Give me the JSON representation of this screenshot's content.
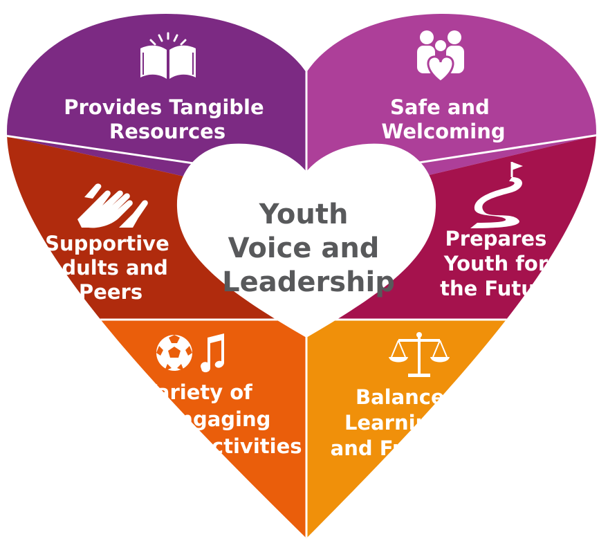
{
  "diagram": {
    "center": {
      "lines": [
        "Youth",
        "Voice and",
        "Leadership"
      ],
      "text_color": "#58595b",
      "fill": "#ffffff"
    },
    "segments": [
      {
        "id": "resources",
        "lines": [
          "Provides Tangible",
          "Resources"
        ],
        "color": "#7c2a83",
        "icon": "open-book-icon"
      },
      {
        "id": "safe",
        "lines": [
          "Safe and",
          "Welcoming"
        ],
        "color": "#ad3f99",
        "icon": "family-heart-icon"
      },
      {
        "id": "supportive",
        "lines": [
          "Supportive",
          "Adults and",
          "Peers"
        ],
        "color": "#b02b0d",
        "icon": "clasped-hands-icon"
      },
      {
        "id": "future",
        "lines": [
          "Prepares",
          "Youth for",
          "the Future"
        ],
        "color": "#a5124d",
        "icon": "winding-road-flag-icon"
      },
      {
        "id": "activities",
        "lines": [
          "Variety of",
          "Engaging",
          "Activities"
        ],
        "color": "#ea5e0b",
        "icon": "soccer-ball-music-note-icon"
      },
      {
        "id": "balance",
        "lines": [
          "Balances",
          "Learning",
          "and Fun"
        ],
        "color": "#f0900a",
        "icon": "balance-scale-icon"
      }
    ]
  }
}
